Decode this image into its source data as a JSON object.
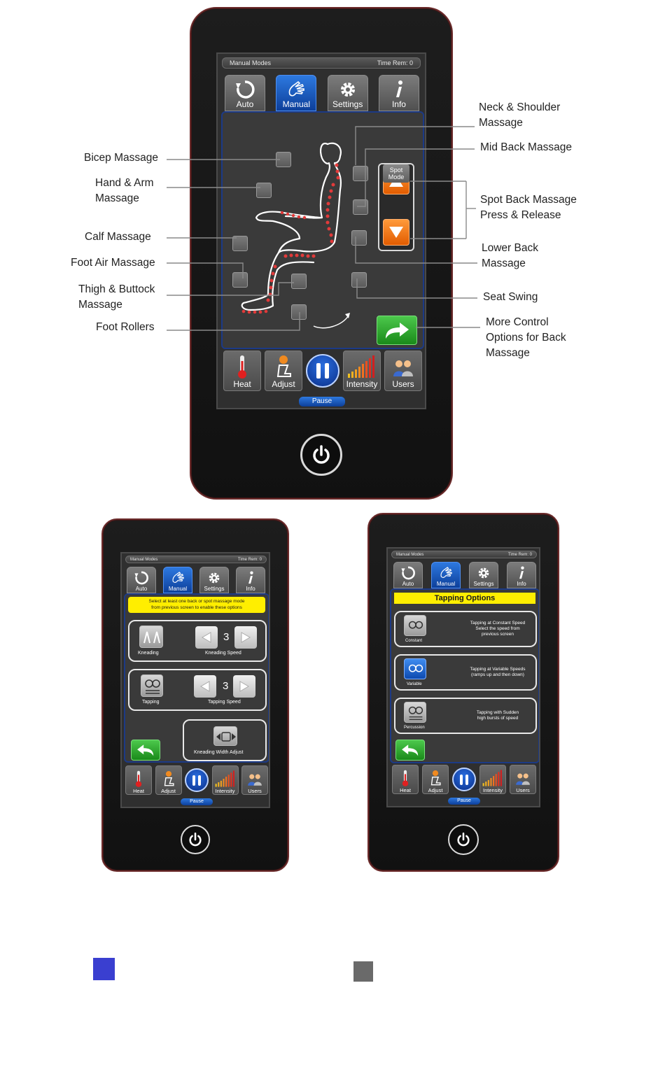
{
  "top_screen": {
    "title": "Manual Modes",
    "time_remaining": "Time Rem: 0",
    "tabs": [
      {
        "label": "Auto",
        "icon": "refresh-icon"
      },
      {
        "label": "Manual",
        "icon": "hand-icon",
        "active": true
      },
      {
        "label": "Settings",
        "icon": "gear-icon"
      },
      {
        "label": "Info",
        "icon": "info-icon"
      }
    ],
    "spot_mode_label": "Spot Mode",
    "bottom_buttons": [
      {
        "label": "Heat",
        "icon": "thermometer-icon"
      },
      {
        "label": "Adjust",
        "icon": "chair-icon"
      },
      {
        "label": "Intensity",
        "icon": "intensity-bars-icon"
      },
      {
        "label": "Users",
        "icon": "users-icon"
      }
    ],
    "pause_label": "Pause"
  },
  "callouts": {
    "bicep": "Bicep Massage",
    "hand_arm_1": "Hand & Arm",
    "hand_arm_2": "Massage",
    "calf": "Calf Massage",
    "foot_air": "Foot Air Massage",
    "thigh_1": "Thigh & Buttock",
    "thigh_2": "Massage",
    "foot_rollers": "Foot Rollers",
    "neck_1": "Neck & Shoulder",
    "neck_2": "Massage",
    "mid_back": "Mid Back Massage",
    "spot_1": "Spot Back Massage",
    "spot_2": "Press & Release",
    "lower_1": "Lower Back",
    "lower_2": "Massage",
    "seat_swing": "Seat Swing",
    "more_1": "More Control",
    "more_2": "Options for Back",
    "more_3": "Massage"
  },
  "left_screen": {
    "title": "Manual Modes",
    "time_remaining": "Time Rem: 0",
    "tabs": [
      "Auto",
      "Manual",
      "Settings",
      "Info"
    ],
    "notice_line1": "Select at least one back or spot massage mode",
    "notice_line2": "from previous screen to enable these options",
    "kneading_label": "Kneading",
    "kneading_speed_label": "Kneading Speed",
    "kneading_speed_value": "3",
    "tapping_label": "Tapping",
    "tapping_speed_label": "Tapping Speed",
    "tapping_speed_value": "3",
    "width_adjust_label": "Kneading Width Adjust",
    "bottom_buttons": [
      "Heat",
      "Adjust",
      "Intensity",
      "Users"
    ],
    "pause_label": "Pause"
  },
  "right_screen": {
    "title": "Manual Modes",
    "time_remaining": "Time Rem: 0",
    "tabs": [
      "Auto",
      "Manual",
      "Settings",
      "Info"
    ],
    "header": "Tapping Options",
    "options": [
      {
        "label": "Constant",
        "desc1": "Tapping at Constant Speed",
        "desc2": "Select the speed from",
        "desc3": "previous screen"
      },
      {
        "label": "Variable",
        "desc1": "Tapping at Variable Speeds",
        "desc2": "(ramps up and then down)",
        "desc3": ""
      },
      {
        "label": "Percussion",
        "desc1": "Tapping with Sudden",
        "desc2": "high bursts of speed",
        "desc3": ""
      }
    ],
    "bottom_buttons": [
      "Heat",
      "Adjust",
      "Intensity",
      "Users"
    ],
    "pause_label": "Pause"
  },
  "legend": {
    "blue_color": "#3a3fd0",
    "gray_color": "#6a6a6a"
  }
}
